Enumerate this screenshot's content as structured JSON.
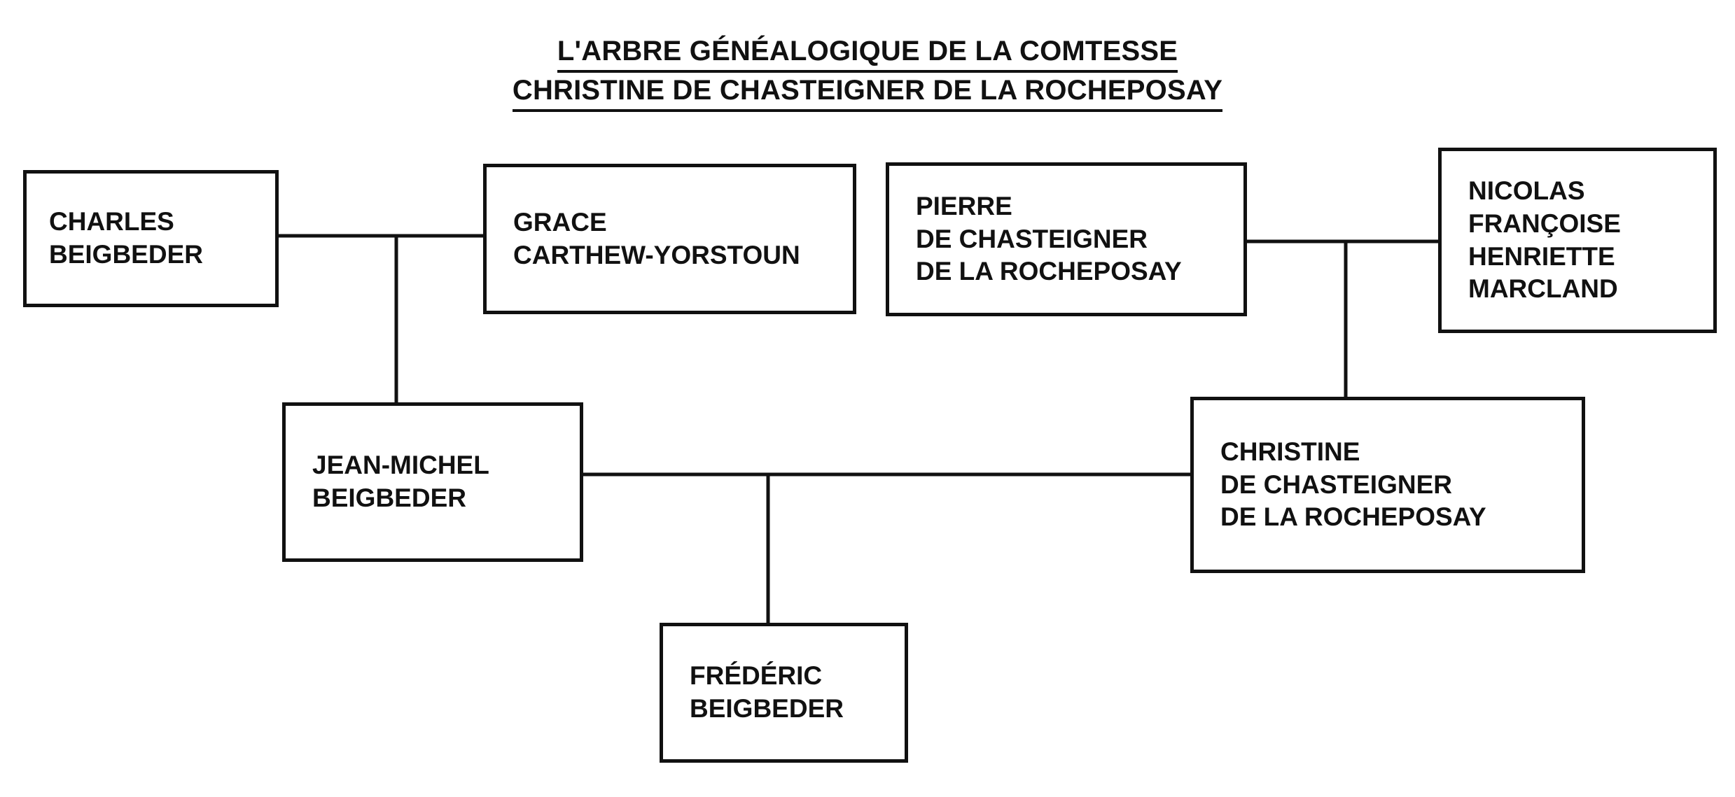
{
  "document": {
    "kind": "family-tree-diagram",
    "language": "fr"
  },
  "title": {
    "line1": "L'ARBRE GÉNÉALOGIQUE DE LA COMTESSE",
    "line2": "CHRISTINE DE CHASTEIGNER DE LA ROCHEPOSAY"
  },
  "colors": {
    "line": "#111111",
    "box_border": "#111111",
    "box_fill": "#ffffff",
    "text": "#111111",
    "background": "#ffffff"
  },
  "nodes": {
    "charles": {
      "name": "CHARLES\nBEIGBEDER",
      "generation": 1,
      "family": "beigbeder"
    },
    "grace": {
      "name": "GRACE\nCARTHEW-YORSTOUN",
      "generation": 1,
      "family": "beigbeder"
    },
    "pierre": {
      "name": "PIERRE\nDE CHASTEIGNER\nDE LA ROCHEPOSAY",
      "generation": 1,
      "family": "chasteigner"
    },
    "nicolas": {
      "name": "NICOLAS\nFRANÇOISE\nHENRIETTE\nMARCLAND",
      "generation": 1,
      "family": "chasteigner"
    },
    "jeanmichel": {
      "name": "JEAN-MICHEL\nBEIGBEDER",
      "generation": 2,
      "family": "beigbeder"
    },
    "christine": {
      "name": "CHRISTINE\nDE CHASTEIGNER\nDE LA ROCHEPOSAY",
      "generation": 2,
      "family": "chasteigner"
    },
    "frederic": {
      "name": "FRÉDÉRIC\nBEIGBEDER",
      "generation": 3,
      "family": "beigbeder"
    }
  },
  "relations": [
    {
      "type": "marriage",
      "between": [
        "charles",
        "grace"
      ],
      "child": "jeanmichel"
    },
    {
      "type": "marriage",
      "between": [
        "pierre",
        "nicolas"
      ],
      "child": "christine"
    },
    {
      "type": "marriage",
      "between": [
        "jeanmichel",
        "christine"
      ],
      "child": "frederic"
    }
  ]
}
